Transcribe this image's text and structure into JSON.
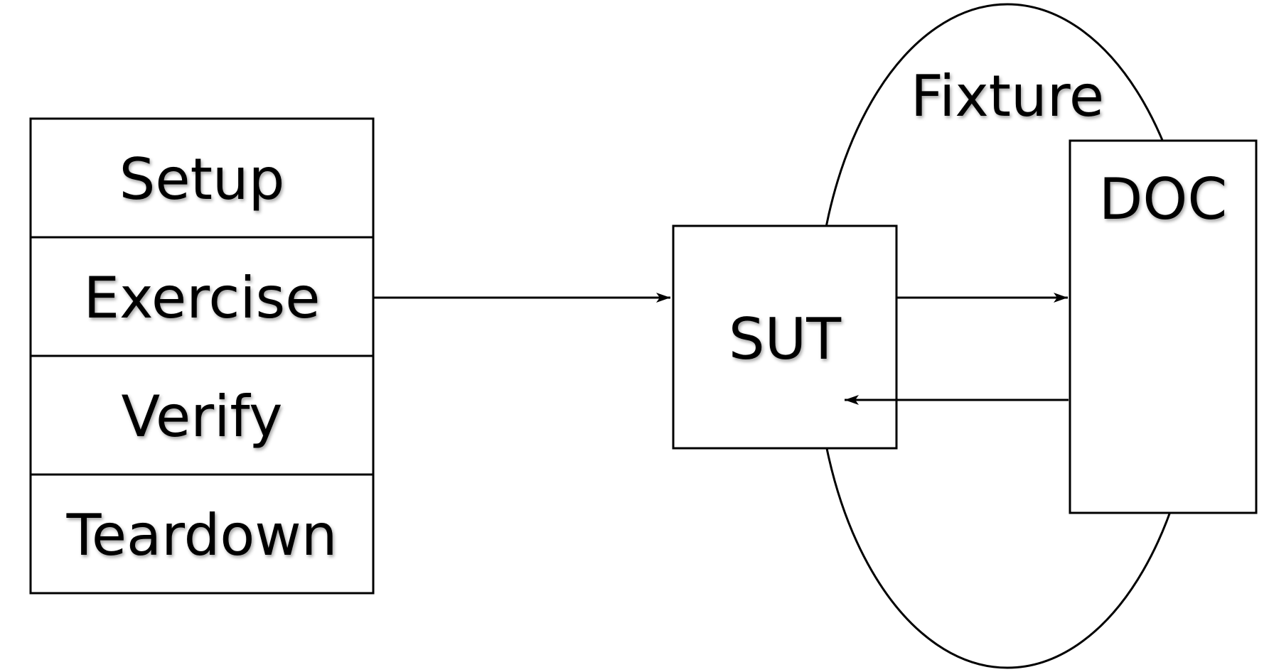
{
  "phases": [
    {
      "label": "Setup"
    },
    {
      "label": "Exercise"
    },
    {
      "label": "Verify"
    },
    {
      "label": "Teardown"
    }
  ],
  "fixture": {
    "label": "Fixture"
  },
  "sut": {
    "label": "SUT"
  },
  "doc": {
    "label": "DOC"
  },
  "colors": {
    "stroke": "#000000",
    "background": "#ffffff"
  }
}
